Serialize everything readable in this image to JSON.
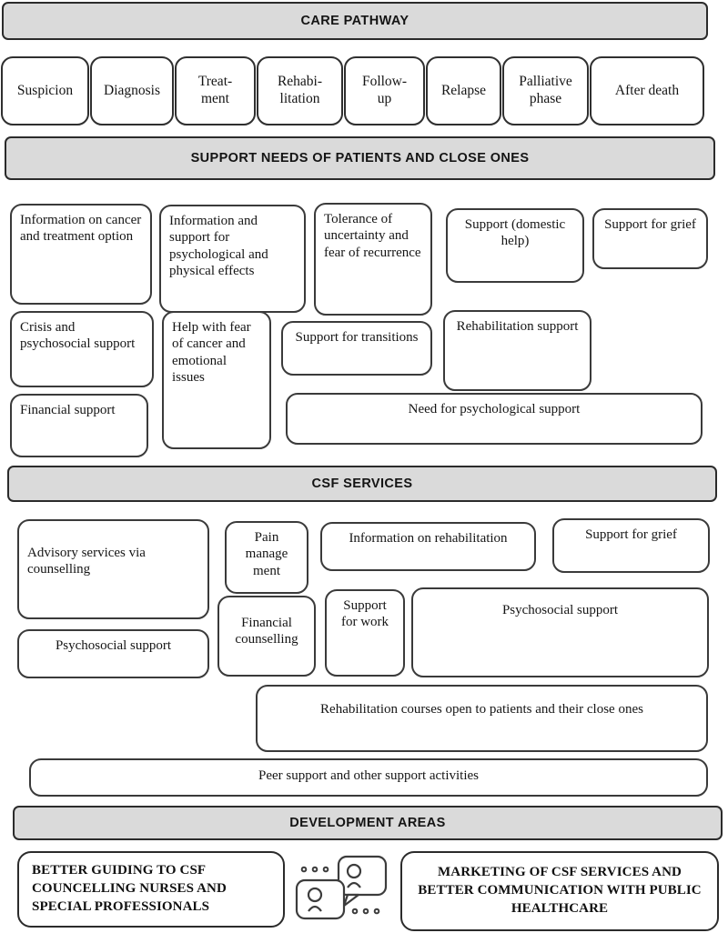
{
  "sections": {
    "care_pathway": {
      "title": "CARE PATHWAY"
    },
    "support_needs": {
      "title": "SUPPORT NEEDS OF PATIENTS AND CLOSE ONES"
    },
    "csf_services": {
      "title": "CSF SERVICES"
    },
    "development_areas": {
      "title": "DEVELOPMENT AREAS"
    }
  },
  "care_pathway_stages": [
    {
      "label": "Suspicion"
    },
    {
      "label": "Diagnosis"
    },
    {
      "label": "Treat-\nment"
    },
    {
      "label": "Rehabi-\nlitation"
    },
    {
      "label": "Follow-\nup"
    },
    {
      "label": "Relapse"
    },
    {
      "label": "Palliative\nphase"
    },
    {
      "label": "After death"
    }
  ],
  "support_needs_items": [
    {
      "label": "Information on cancer and treatment option"
    },
    {
      "label": "Information and support for psychological and physical effects"
    },
    {
      "label": "Tolerance of uncertainty and fear of recurrence"
    },
    {
      "label": "Support (domestic help)"
    },
    {
      "label": "Support for grief"
    },
    {
      "label": "Crisis and psychosocial support"
    },
    {
      "label": "Help with fear of cancer and emotional issues"
    },
    {
      "label": "Support for transitions"
    },
    {
      "label": "Rehabilitation support"
    },
    {
      "label": "Financial support"
    },
    {
      "label": "Need for psychological support"
    }
  ],
  "csf_services_items": [
    {
      "label": "Advisory services via counselling"
    },
    {
      "label": "Pain manage ment"
    },
    {
      "label": "Information on rehabilitation"
    },
    {
      "label": "Support for grief"
    },
    {
      "label": "Psychosocial support"
    },
    {
      "label": "Financial counselling"
    },
    {
      "label": "Support for work"
    },
    {
      "label": "Psychosocial support"
    },
    {
      "label": "Rehabilitation courses open to patients and their close ones"
    },
    {
      "label": "Peer support and other support activities"
    }
  ],
  "development_areas_items": [
    {
      "label": "BETTER GUIDING TO CSF COUNCELLING NURSES AND SPECIAL PROFESSIONALS"
    },
    {
      "label": "MARKETING OF CSF SERVICES AND BETTER COMMUNICATION WITH PUBLIC HEALTHCARE"
    }
  ],
  "icons": {
    "dialogue": "two-people-speech-bubbles-icon"
  },
  "colors": {
    "banner_fill": "#dadada",
    "banner_border": "#2b2b2b",
    "node_border": "#3a3a3a",
    "page_background": "#ffffff",
    "text": "#151515"
  }
}
